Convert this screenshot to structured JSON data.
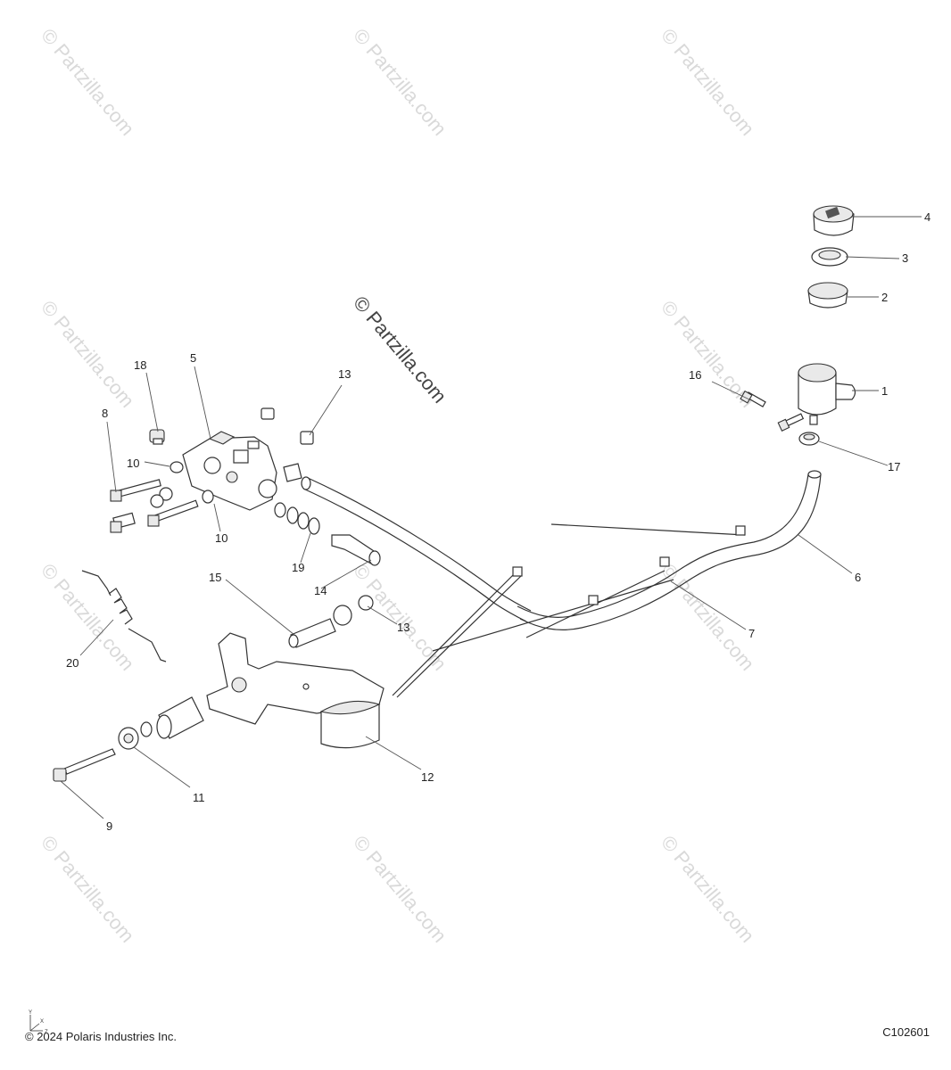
{
  "watermark": "© Partzilla.com",
  "callouts": {
    "c1": "1",
    "c2": "2",
    "c3": "3",
    "c4": "4",
    "c5": "5",
    "c6": "6",
    "c7": "7",
    "c8": "8",
    "c9": "9",
    "c10a": "10",
    "c10b": "10",
    "c11": "11",
    "c12": "12",
    "c13a": "13",
    "c13b": "13",
    "c14": "14",
    "c15": "15",
    "c16": "16",
    "c17": "17",
    "c18": "18",
    "c19": "19",
    "c20": "20"
  },
  "axes": {
    "y": "Y",
    "x": "X",
    "z": "Z"
  },
  "footer": {
    "copyright": "© 2024 Polaris Industries Inc.",
    "figure_code": "C102601"
  }
}
